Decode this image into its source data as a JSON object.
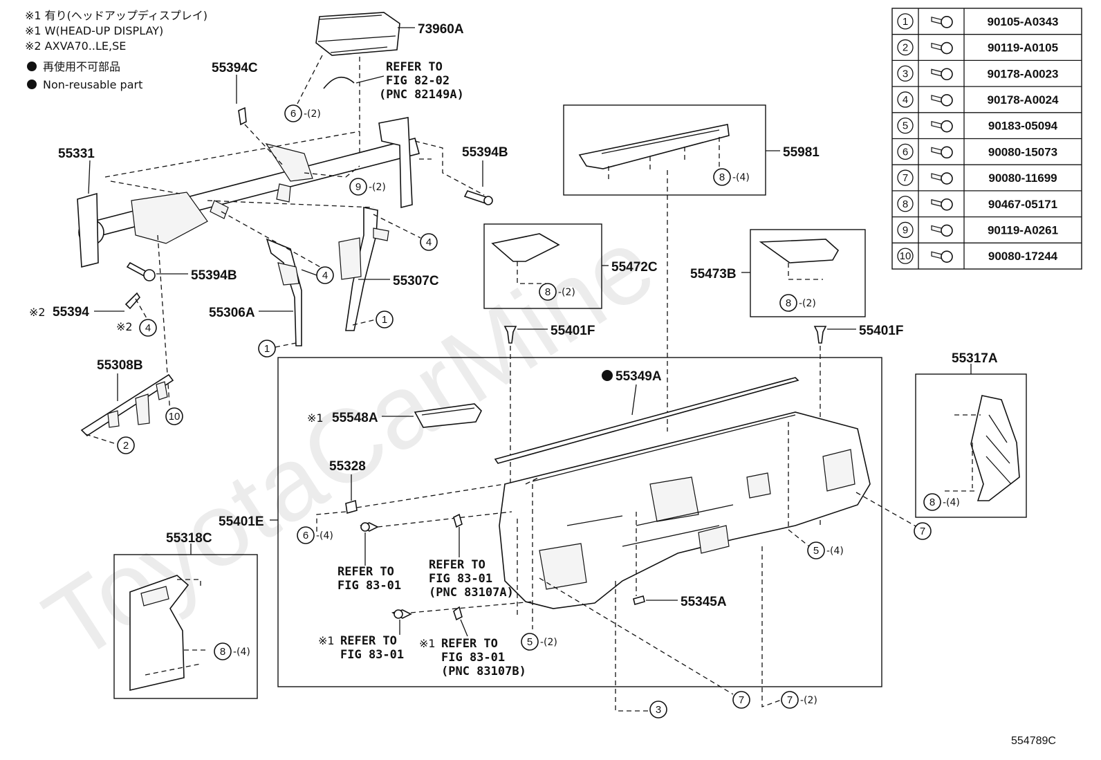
{
  "header_notes": [
    "※1 有り(ヘッドアップディスプレイ)",
    "※1 W(HEAD-UP DISPLAY)",
    "※2 AXVA70..LE,SE"
  ],
  "legend": {
    "jp": "再使用不可部品",
    "en": "Non-reusable part"
  },
  "watermark": "ToyotaCarMine",
  "diagram_code": "554789C",
  "fastener_table": [
    {
      "num": "1",
      "part": "90105-A0343"
    },
    {
      "num": "2",
      "part": "90119-A0105"
    },
    {
      "num": "3",
      "part": "90178-A0023"
    },
    {
      "num": "4",
      "part": "90178-A0024"
    },
    {
      "num": "5",
      "part": "90183-05094"
    },
    {
      "num": "6",
      "part": "90080-15073"
    },
    {
      "num": "7",
      "part": "90080-11699"
    },
    {
      "num": "8",
      "part": "90467-05171"
    },
    {
      "num": "9",
      "part": "90119-A0261"
    },
    {
      "num": "10",
      "part": "90080-17244"
    }
  ],
  "parts": {
    "p73960a": "73960A",
    "p55394c": "55394C",
    "p55331": "55331",
    "p55394b_top": "55394B",
    "p55394b_left": "55394B",
    "p55394": "55394",
    "p55307c": "55307C",
    "p55306a": "55306A",
    "p55308b": "55308B",
    "p55981": "55981",
    "p55472c": "55472C",
    "p55473b": "55473B",
    "p55401f_left": "55401F",
    "p55401f_right": "55401F",
    "p55349a": "55349A",
    "p55548a": "55548A",
    "p55328": "55328",
    "p55401e": "55401E",
    "p55318c": "55318C",
    "p55317a": "55317A",
    "p55345a": "55345A"
  },
  "marks": {
    "note1": "※1",
    "note2": "※2",
    "bullet": "●"
  },
  "refs": {
    "fig82": [
      "REFER TO",
      "FIG 82-02",
      "(PNC 82149A)"
    ],
    "fig83a": [
      "REFER TO",
      "FIG 83-01"
    ],
    "fig83b": [
      "REFER TO",
      "FIG 83-01",
      "(PNC 83107A)"
    ],
    "fig83c": [
      "REFER TO",
      "FIG 83-01"
    ],
    "fig83d": [
      "REFER TO",
      "FIG 83-01",
      "(PNC 83107B)"
    ]
  },
  "callouts": {
    "c6_top": {
      "num": "6",
      "qty": "-(2)"
    },
    "c9": {
      "num": "9",
      "qty": "-(2)"
    },
    "c4_a": {
      "num": "4",
      "qty": ""
    },
    "c4_b": {
      "num": "4",
      "qty": ""
    },
    "c4_c": {
      "num": "4",
      "qty": ""
    },
    "c1_a": {
      "num": "1",
      "qty": ""
    },
    "c1_b": {
      "num": "1",
      "qty": ""
    },
    "c10": {
      "num": "10",
      "qty": ""
    },
    "c2": {
      "num": "2",
      "qty": ""
    },
    "c8_55981": {
      "num": "8",
      "qty": "-(4)"
    },
    "c8_55472c": {
      "num": "8",
      "qty": "-(2)"
    },
    "c8_55473b": {
      "num": "8",
      "qty": "-(2)"
    },
    "c8_55318c": {
      "num": "8",
      "qty": "-(4)"
    },
    "c8_55317a": {
      "num": "8",
      "qty": "-(4)"
    },
    "c6_mid": {
      "num": "6",
      "qty": "-(4)"
    },
    "c5_right": {
      "num": "5",
      "qty": "-(4)"
    },
    "c5_bottom": {
      "num": "5",
      "qty": "-(2)"
    },
    "c7_right": {
      "num": "7",
      "qty": ""
    },
    "c7_bottom": {
      "num": "7",
      "qty": ""
    },
    "c7_bottom2": {
      "num": "7",
      "qty": "-(2)"
    },
    "c3": {
      "num": "3",
      "qty": ""
    }
  }
}
